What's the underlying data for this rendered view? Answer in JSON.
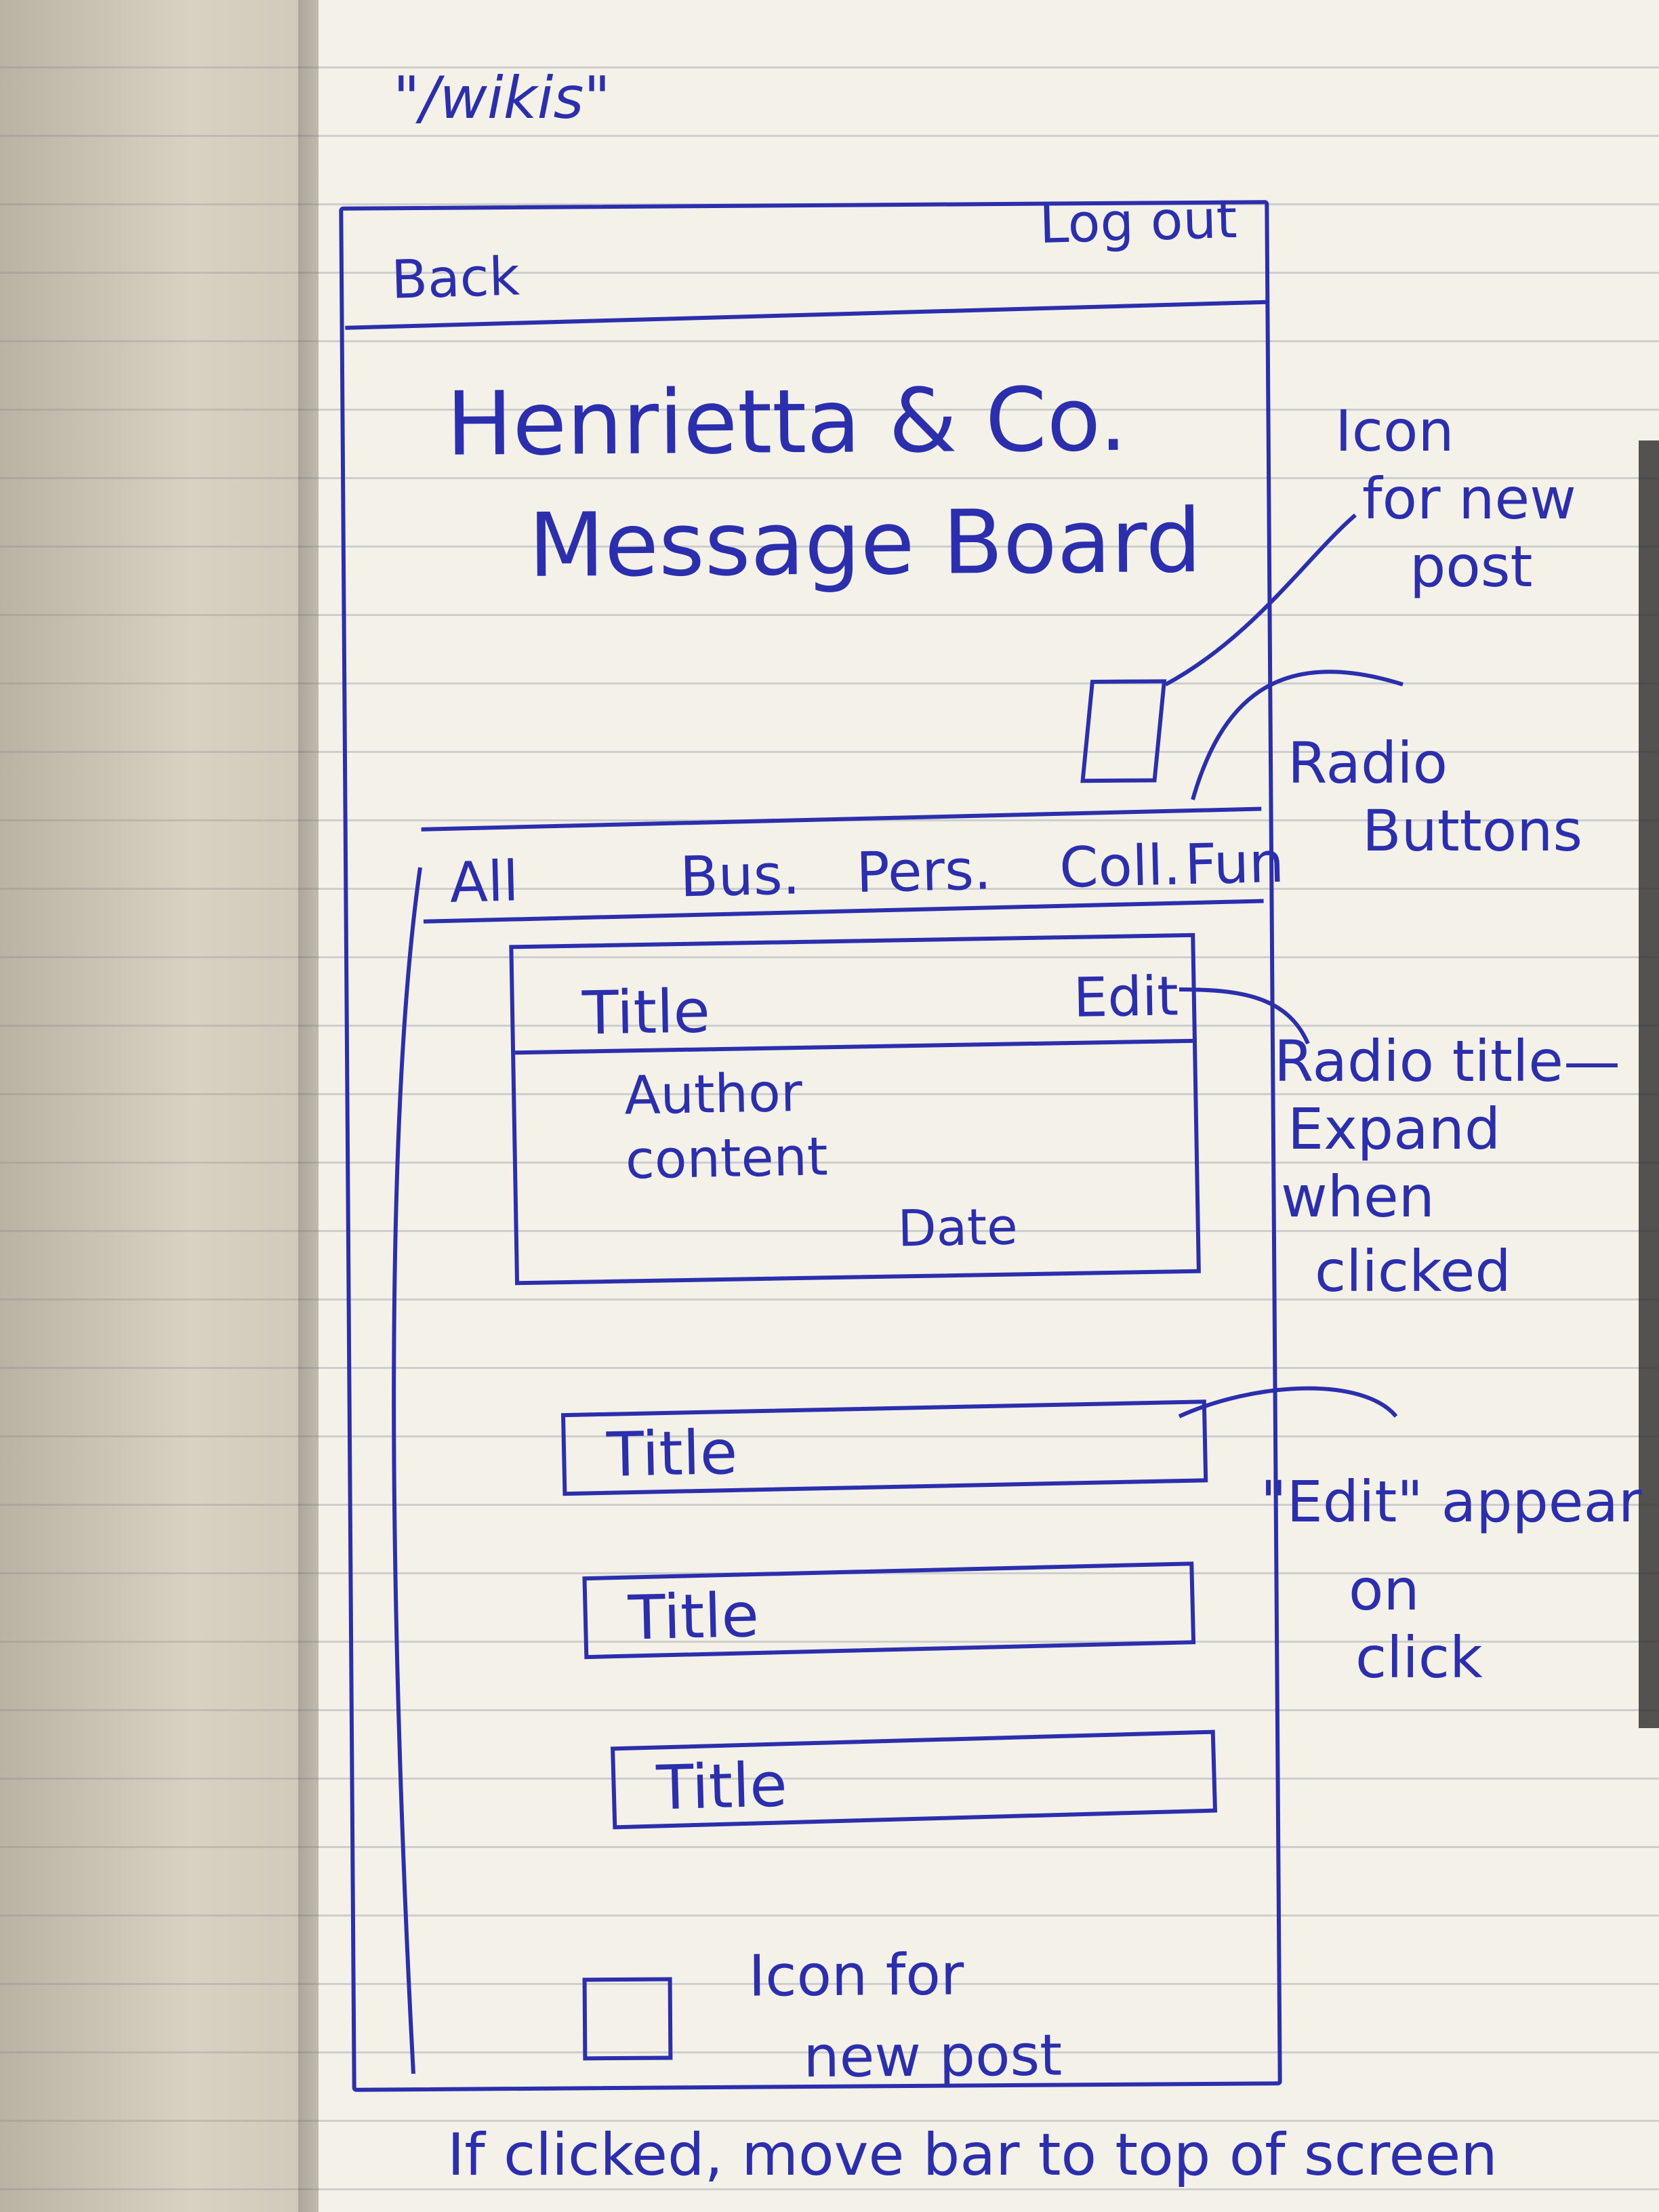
{
  "route": "\"/wikis\"",
  "topbar": {
    "back_label": "Back",
    "logout_label": "Log out"
  },
  "header": {
    "title_line1": "Henrietta & Co.",
    "title_line2": "Message Board"
  },
  "filters": [
    "All",
    "Bus.",
    "Pers.",
    "Coll.",
    "Fun"
  ],
  "expanded_post": {
    "title": "Title",
    "edit_label": "Edit",
    "author": "Author",
    "content": "content",
    "date": "Date"
  },
  "post_rows": [
    {
      "title": "Title"
    },
    {
      "title": "Title"
    },
    {
      "title": "Title"
    }
  ],
  "bottom_new_post": {
    "line1": "Icon for",
    "line2": "new post"
  },
  "annotations": {
    "icon_new_post": [
      "Icon",
      "for new",
      "post"
    ],
    "radio_buttons": [
      "Radio",
      "Buttons"
    ],
    "radio_title": [
      "Radio title—",
      "Expand",
      "when",
      "clicked"
    ],
    "edit_appear": [
      "\"Edit\" appear",
      "on",
      "click"
    ]
  },
  "footer_note": "If clicked, move bar to top of screen",
  "colors": {
    "ink": "#2b2fae",
    "paper": "#f4f1e8"
  }
}
